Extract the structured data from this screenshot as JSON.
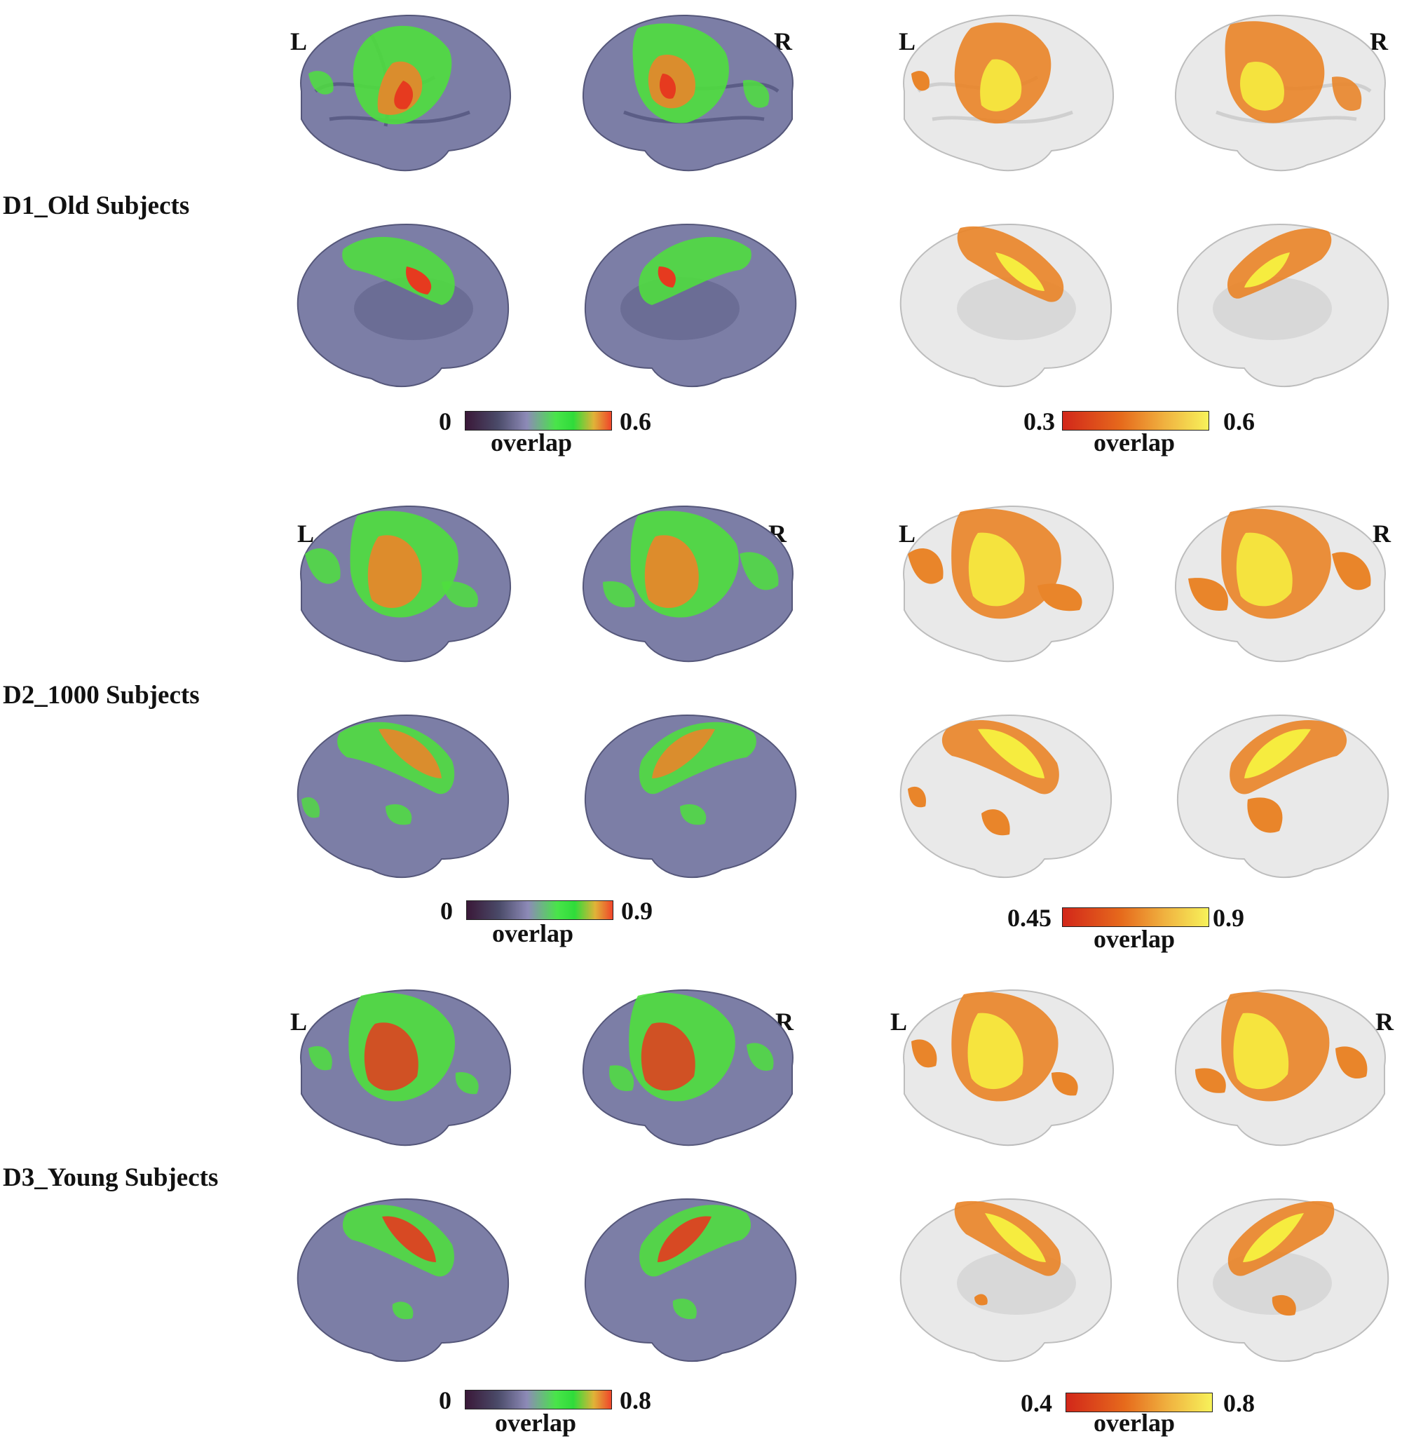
{
  "groups": [
    {
      "label": "D1_Old Subjects",
      "left_colorbar": {
        "min": "0",
        "max": "0.6",
        "title": "overlap"
      },
      "right_colorbar": {
        "min": "0.3",
        "max": "0.6",
        "title": "overlap"
      }
    },
    {
      "label": "D2_1000 Subjects",
      "left_colorbar": {
        "min": "0",
        "max": "0.9",
        "title": "overlap"
      },
      "right_colorbar": {
        "min": "0.45",
        "max": "0.9",
        "title": "overlap"
      }
    },
    {
      "label": "D3_Young Subjects",
      "left_colorbar": {
        "min": "0",
        "max": "0.8",
        "title": "overlap"
      },
      "right_colorbar": {
        "min": "0.4",
        "max": "0.8",
        "title": "overlap"
      }
    }
  ],
  "hemisphere_labels": {
    "left": "L",
    "right": "R"
  },
  "colors": {
    "cortex_purple": "#7c7ea6",
    "cortex_gray": "#e9e9e9",
    "green": "#52e23f",
    "red": "#e63a1f",
    "yellow": "#f6ec3f",
    "orange": "#e9852a"
  }
}
